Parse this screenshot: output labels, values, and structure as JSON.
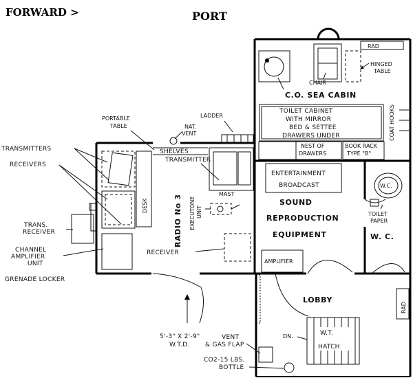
{
  "header": {
    "forward": "FORWARD >",
    "port": "PORT"
  },
  "labels": {
    "rad_top": "RAD",
    "hinged_table": [
      "HINGED",
      "TABLE"
    ],
    "chair": "CHAIR",
    "sea_cabin": "C.O. SEA CABIN",
    "toilet_cabinet": [
      "TOILET CABINET",
      "WITH MIRROR",
      "BED & SETTEE",
      "DRAWERS  UNDER"
    ],
    "coat_hooks": "COAT HOOKS",
    "nest_of_drawers": [
      "NEST OF",
      "DRAWERS"
    ],
    "book_rack": [
      "BOOK RACK",
      "TYPE \"B\""
    ],
    "portable_table": [
      "PORTABLE",
      "TABLE"
    ],
    "nat_vent": [
      "NAT.",
      "VENT"
    ],
    "ladder": "LADDER",
    "shelves": "SHELVES",
    "transmitter": "TRANSMITTER",
    "transmitters": "TRANSMITTERS",
    "receivers": "RECEIVERS",
    "trans_receiver": [
      "TRANS.",
      "RECEIVER"
    ],
    "channel_amp": [
      "CHANNEL",
      "AMPLIFIER",
      "UNIT"
    ],
    "grenade_locker": "GRENADE LOCKER",
    "desk": "DESK",
    "radio_no3": "RADIO No 3",
    "executone": [
      "EXECUTONE",
      "UNIT"
    ],
    "mast": "MAST",
    "receiver": "RECEIVER",
    "entertainment": [
      "ENTERTAINMENT",
      "BROADCAST"
    ],
    "sound": [
      "SOUND",
      "REPRODUCTION",
      "EQUIPMENT"
    ],
    "amplifier": "AMPLIFIER",
    "wc_fixture": "W.C.",
    "toilet_paper": [
      "TOILET",
      "PAPER"
    ],
    "wc": "W. C.",
    "lobby": "LOBBY",
    "rad_right": "RAD",
    "wtd": [
      "5'-3\" X 2'-9\"",
      "W.T.D."
    ],
    "vent_gas": [
      "VENT",
      "& GAS FLAP"
    ],
    "co2": [
      "CO2-15 LBS.",
      "BOTTLE"
    ],
    "dn": "DN.",
    "hatch": [
      "W.T.",
      "HATCH"
    ]
  }
}
